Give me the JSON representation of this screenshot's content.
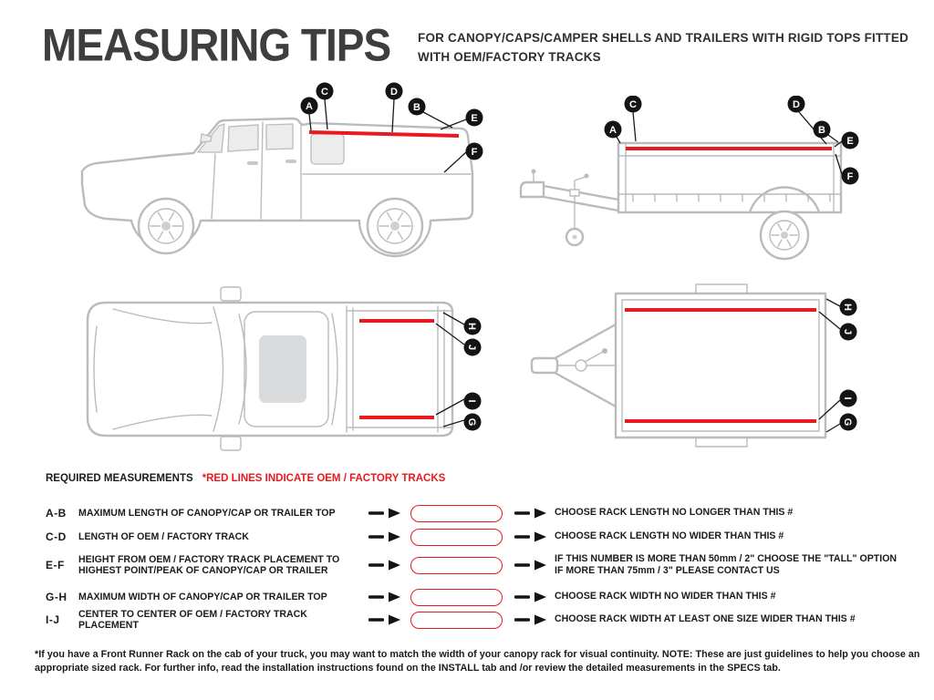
{
  "page": {
    "title": "MEASURING TIPS",
    "subtitle_line1": "FOR CANOPY/CAPS/CAMPER SHELLS AND TRAILERS WITH RIGID TOPS FITTED",
    "subtitle_line2": "WITH OEM/FACTORY TRACKS"
  },
  "legend": {
    "required_label": "REQUIRED MEASUREMENTS",
    "track_note": "*RED LINES INDICATE OEM / FACTORY TRACKS"
  },
  "measurements": [
    {
      "key": "A-B",
      "desc": "MAXIMUM LENGTH OF CANOPY/CAP OR TRAILER TOP",
      "desc2": "",
      "result": "CHOOSE RACK LENGTH NO LONGER THAN THIS #",
      "result2": ""
    },
    {
      "key": "C-D",
      "desc": "LENGTH OF OEM / FACTORY TRACK",
      "desc2": "",
      "result": "CHOOSE RACK LENGTH NO WIDER THAN THIS #",
      "result2": ""
    },
    {
      "key": "E-F",
      "desc": "HEIGHT FROM OEM / FACTORY TRACK PLACEMENT TO",
      "desc2": "HIGHEST POINT/PEAK OF CANOPY/CAP OR TRAILER",
      "result": "IF THIS NUMBER IS MORE THAN 50mm / 2\" CHOOSE THE \"TALL\" OPTION",
      "result2": "IF MORE THAN 75mm / 3\" PLEASE CONTACT US"
    },
    {
      "key": "G-H",
      "desc": "MAXIMUM WIDTH OF CANOPY/CAP OR TRAILER TOP",
      "desc2": "",
      "result": "CHOOSE RACK WIDTH NO WIDER THAN THIS #",
      "result2": ""
    },
    {
      "key": "I-J",
      "desc": "CENTER TO CENTER OF OEM / FACTORY TRACK PLACEMENT",
      "desc2": "",
      "result": "CHOOSE RACK WIDTH AT LEAST ONE SIZE WIDER THAN THIS #",
      "result2": ""
    }
  ],
  "callouts": {
    "truck_side": [
      "A",
      "C",
      "D",
      "B",
      "E",
      "F"
    ],
    "trailer_side": [
      "A",
      "C",
      "D",
      "B",
      "E",
      "F"
    ],
    "truck_top": [
      "H",
      "J",
      "I",
      "G"
    ],
    "trailer_top": [
      "H",
      "J",
      "I",
      "G"
    ]
  },
  "footnote": "*If you have a Front Runner Rack on the cab of your truck, you may want to match the width of your canopy rack for visual continuity. NOTE: These are just guidelines to help you choose an appropriate sized rack. For further info, read the installation instructions found on the INSTALL tab and /or review the detailed measurements in the SPECS tab.",
  "colors": {
    "track_red": "#e8191f",
    "badge_black": "#141414",
    "line_gray": "#b9bbbd",
    "title_gray": "#3d3e40"
  }
}
